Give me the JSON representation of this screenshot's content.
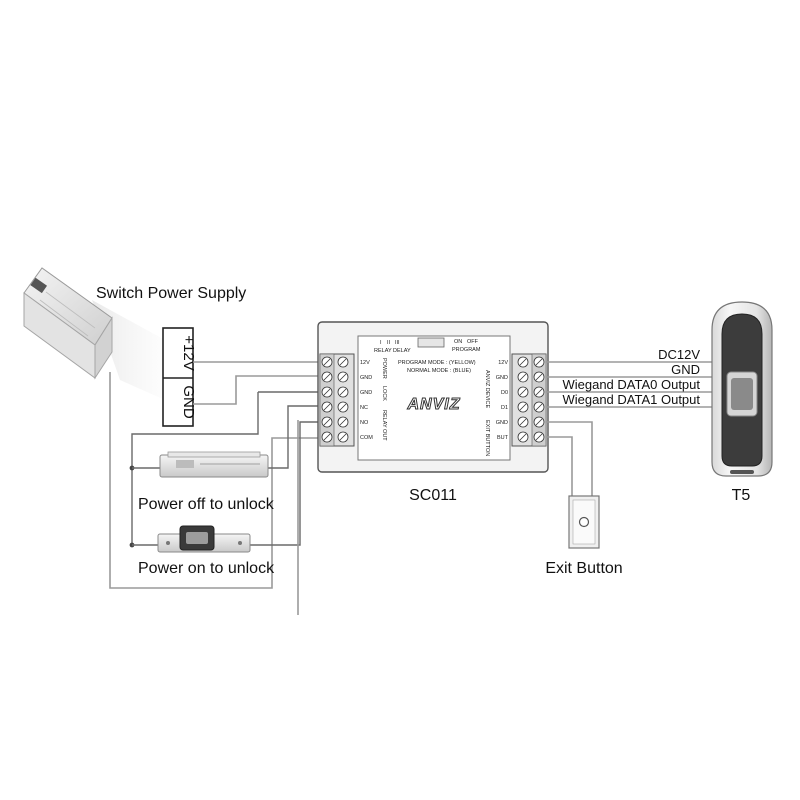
{
  "psu": {
    "title": "Switch Power Supply",
    "terminals": [
      "+12V",
      "GND"
    ]
  },
  "controller": {
    "name": "SC011",
    "brand": "ANVIZ",
    "relay_delay_label": "RELAY DELAY",
    "relay_delay_positions": [
      "I",
      "II",
      "III"
    ],
    "switch_on": "ON",
    "switch_off": "OFF",
    "switch_program": "PROGRAM",
    "program_mode_text": "PROGRAM MODE : (YELLOW)",
    "normal_mode_text": "NORMAL MODE : (BLUE)",
    "left_terminals": [
      "12V",
      "GND",
      "GND",
      "NC",
      "NO",
      "COM"
    ],
    "left_group_power": "POWER",
    "left_group_lock": "LOCK",
    "left_group_relay": "RELAY OUT",
    "right_terminals": [
      "12V",
      "GND",
      "D0",
      "D1",
      "GND",
      "BUT"
    ],
    "right_group_device": "ANVIZ DEVICE",
    "right_group_button": "EXIT BUTTON"
  },
  "reader": {
    "name": "T5",
    "connections": [
      "DC12V",
      "GND",
      "Wiegand DATA0 Output",
      "Wiegand DATA1 Output"
    ]
  },
  "locks": {
    "power_off_label": "Power off to unlock",
    "power_on_label": "Power on to unlock"
  },
  "exit_button": {
    "label": "Exit Button"
  }
}
